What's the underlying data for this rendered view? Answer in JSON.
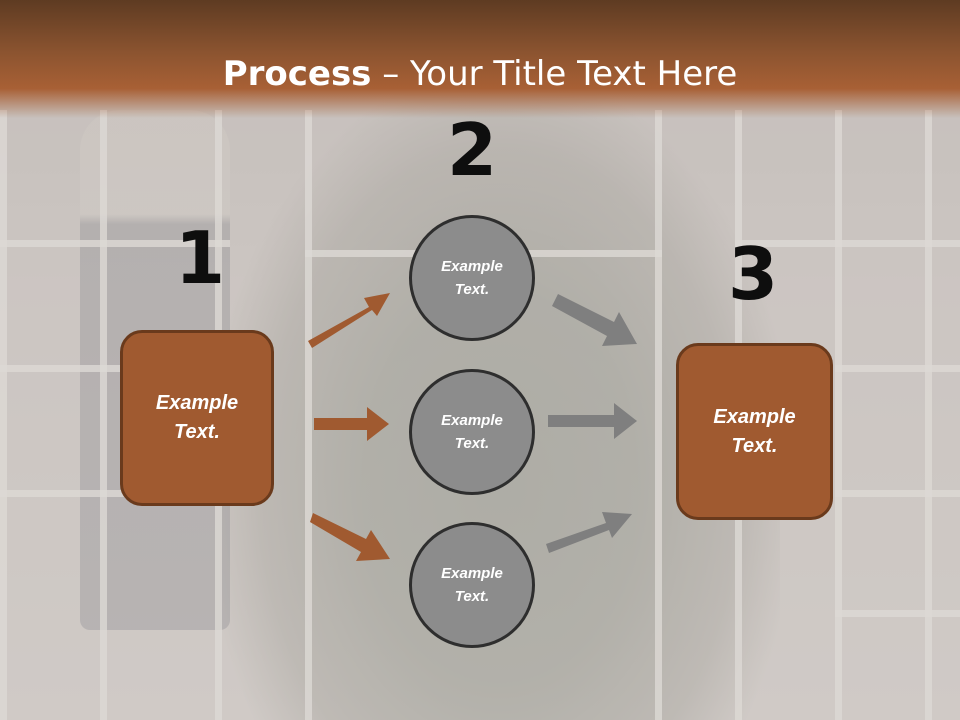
{
  "title": {
    "bold": "Process",
    "rest": " – Your Title Text Here"
  },
  "steps": [
    {
      "number": "1",
      "box_text": "Example Text."
    },
    {
      "number": "2"
    },
    {
      "number": "3",
      "box_text": "Example Text."
    }
  ],
  "circles": [
    {
      "text": "Example Text."
    },
    {
      "text": "Example Text."
    },
    {
      "text": "Example Text."
    }
  ],
  "colors": {
    "title_band": "#8c5430",
    "box_fill": "#a05a30",
    "box_border": "#6a3a1c",
    "circle_fill": "#8c8c8c",
    "brown_arrow": "#a05a30",
    "gray_arrow": "#7f7f7f"
  }
}
